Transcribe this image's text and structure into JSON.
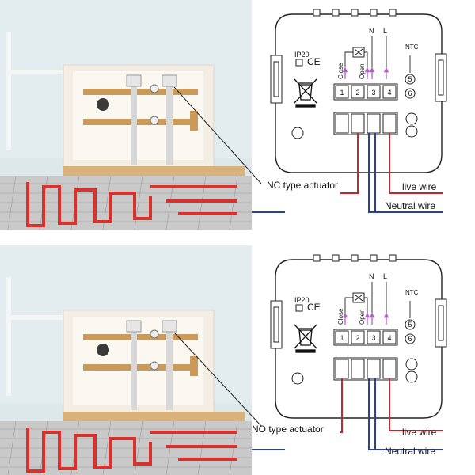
{
  "panels": [
    {
      "actuator_label": "NC type actuator",
      "live_label": "live wire",
      "neutral_label": "Neutral wire",
      "rating": "IP20",
      "ce_mark": "CE",
      "n_label": "N",
      "l_label": "L",
      "ntc_label": "NTC",
      "close_label": "Close",
      "open_label": "Open",
      "terminals": [
        "1",
        "2",
        "3",
        "4"
      ],
      "ntc_terminals": [
        "5",
        "6"
      ]
    },
    {
      "actuator_label": "NO type actuator",
      "live_label": "live wire",
      "neutral_label": "Neutral wire",
      "rating": "IP20",
      "ce_mark": "CE",
      "n_label": "N",
      "l_label": "L",
      "ntc_label": "NTC",
      "close_label": "Close",
      "open_label": "Open",
      "terminals": [
        "1",
        "2",
        "3",
        "4"
      ],
      "ntc_terminals": [
        "5",
        "6"
      ]
    }
  ],
  "colors": {
    "live": "#c0282d",
    "neutral": "#2b3f9c",
    "arrow": "#b45fc8",
    "wall": "#dde8ea",
    "cable": "#d9312c",
    "wood": "#d8b27a"
  },
  "icons": [
    "manifold-photo",
    "weee-bin-icon",
    "thermostat-outline"
  ]
}
